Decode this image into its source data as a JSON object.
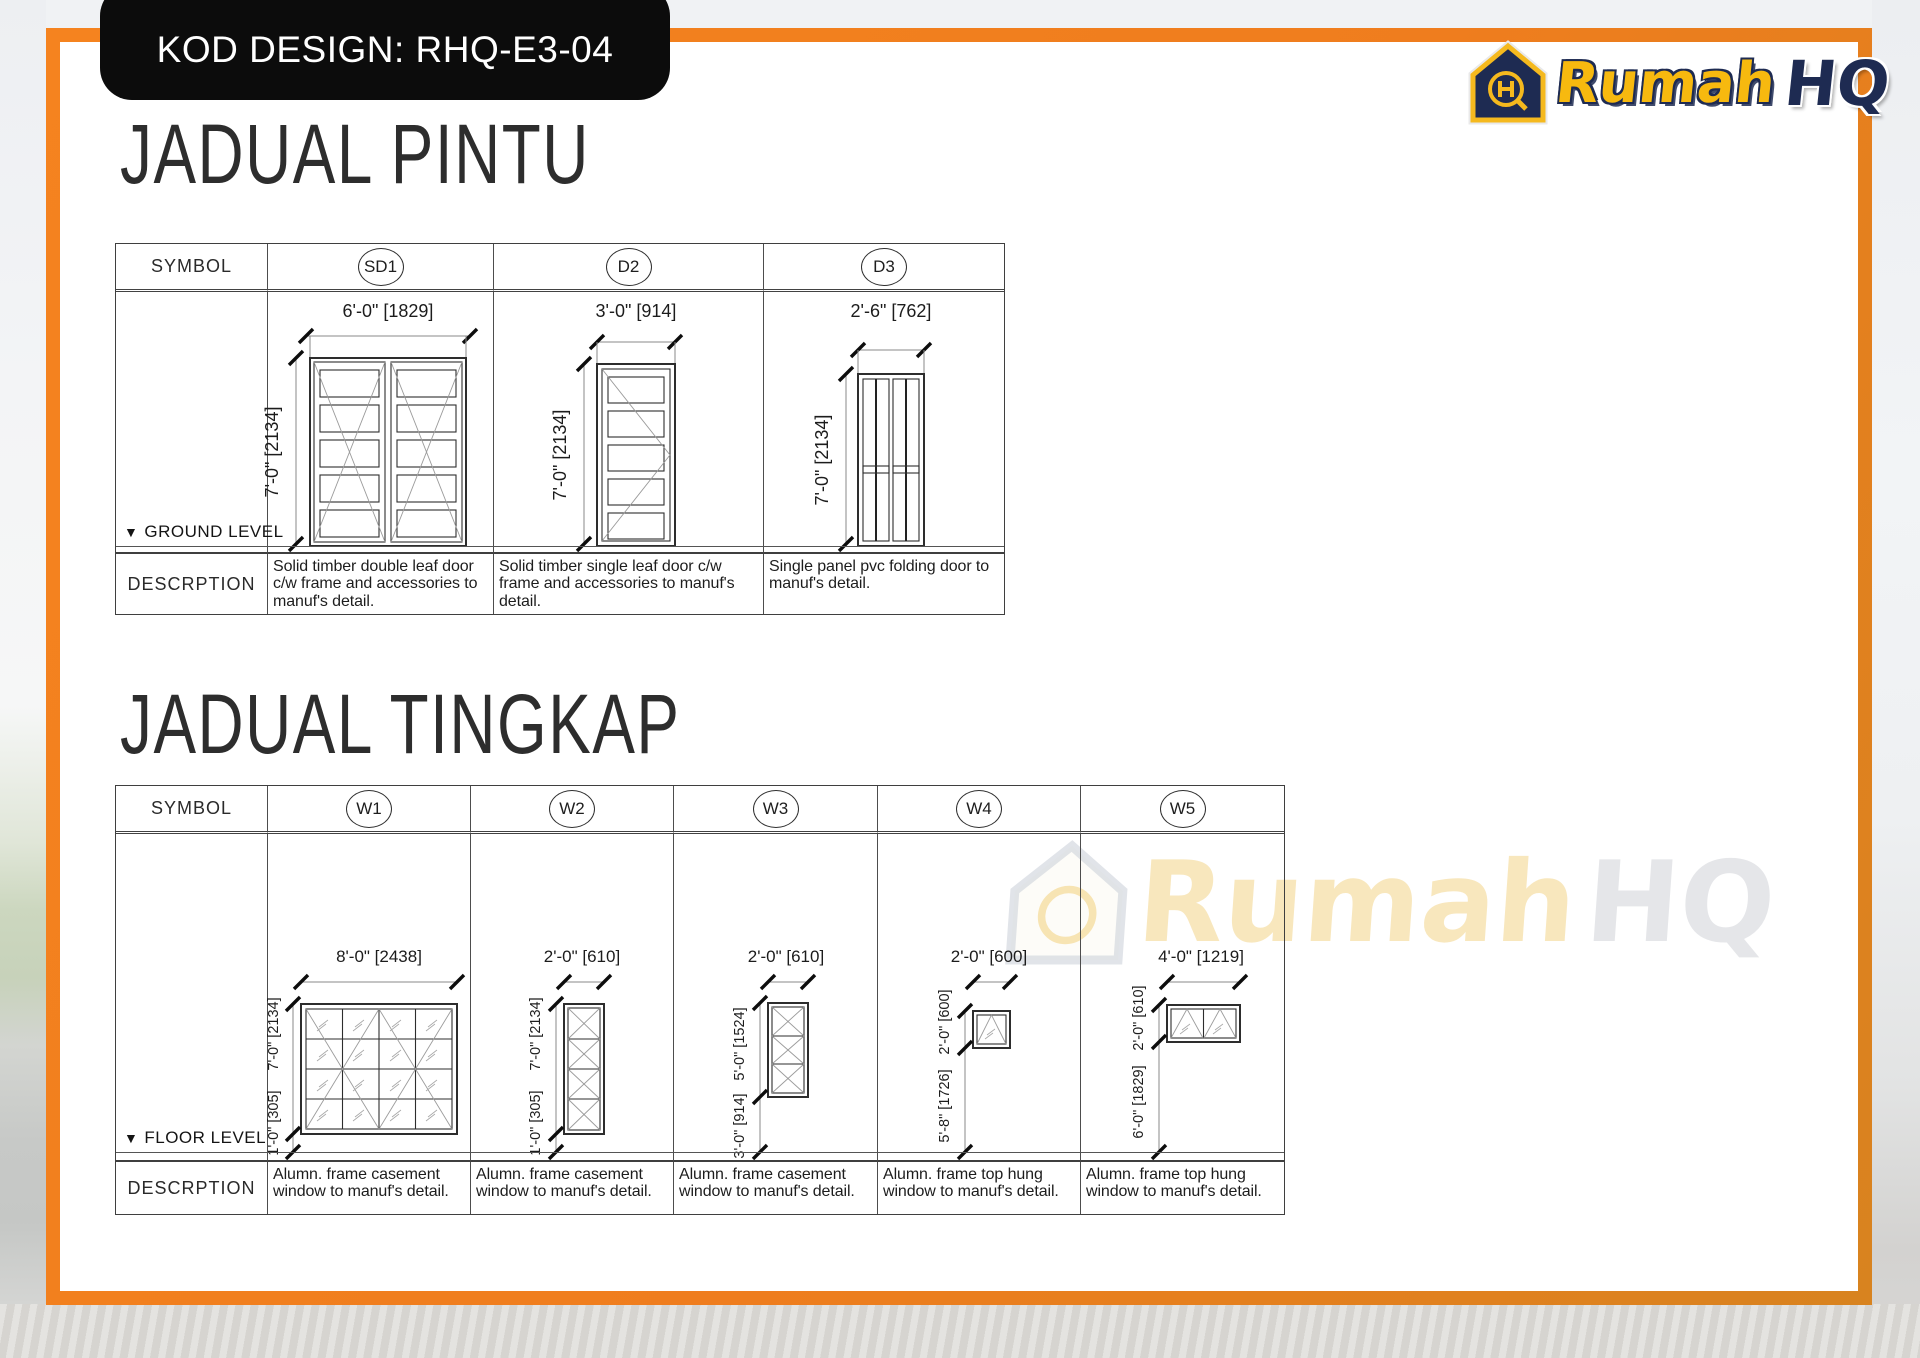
{
  "banner": {
    "label": "KOD DESIGN: RHQ-E3-04"
  },
  "logo": {
    "brand_primary": "Rumah",
    "brand_secondary": "HQ"
  },
  "watermark": {
    "brand_primary": "Rumah",
    "brand_secondary": "HQ"
  },
  "colors": {
    "accent_orange": "#EF7D1E",
    "brand_yellow": "#F7B90F",
    "brand_navy": "#1E2B52",
    "line_dark": "#3F3F3F"
  },
  "door_schedule": {
    "title": "JADUAL PINTU",
    "symbol_header": "SYMBOL",
    "description_header": "DESCRPTION",
    "level_marker": "▼",
    "level_label": "GROUND LEVEL",
    "columns": [
      {
        "symbol": "SD1",
        "width_label": "6'-0\" [1829]",
        "height_label": "7'-0\" [2134]",
        "description": "Solid timber double leaf door c/w frame and accessories to manuf's detail."
      },
      {
        "symbol": "D2",
        "width_label": "3'-0\" [914]",
        "height_label": "7'-0\" [2134]",
        "description": "Solid timber single leaf door c/w frame and accessories to manuf's detail."
      },
      {
        "symbol": "D3",
        "width_label": "2'-6\" [762]",
        "height_label": "7'-0\" [2134]",
        "description": "Single panel pvc folding door to manuf's detail."
      }
    ]
  },
  "window_schedule": {
    "title": "JADUAL TINGKAP",
    "symbol_header": "SYMBOL",
    "description_header": "DESCRPTION",
    "level_marker": "▼",
    "level_label": "FLOOR LEVEL",
    "columns": [
      {
        "symbol": "W1",
        "width_label": "8'-0\" [2438]",
        "height_label": "7'-0\" [2134]",
        "sill_label": "1'-0\" [305]",
        "description": "Alumn. frame casement window to manuf's detail."
      },
      {
        "symbol": "W2",
        "width_label": "2'-0\" [610]",
        "height_label": "7'-0\" [2134]",
        "sill_label": "1'-0\" [305]",
        "description": "Alumn. frame casement window to manuf's detail."
      },
      {
        "symbol": "W3",
        "width_label": "2'-0\" [610]",
        "height_label": "5'-0\" [1524]",
        "sill_label": "3'-0\" [914]",
        "description": "Alumn. frame casement window to manuf's detail."
      },
      {
        "symbol": "W4",
        "width_label": "2'-0\" [600]",
        "height_label": "2'-0\" [600]",
        "sill_label": "5'-8\" [1726]",
        "description": "Alumn. frame top hung window to manuf's detail."
      },
      {
        "symbol": "W5",
        "width_label": "4'-0\" [1219]",
        "height_label": "2'-0\" [610]",
        "sill_label": "6'-0\" [1829]",
        "description": "Alumn. frame top hung window to manuf's detail."
      }
    ]
  }
}
